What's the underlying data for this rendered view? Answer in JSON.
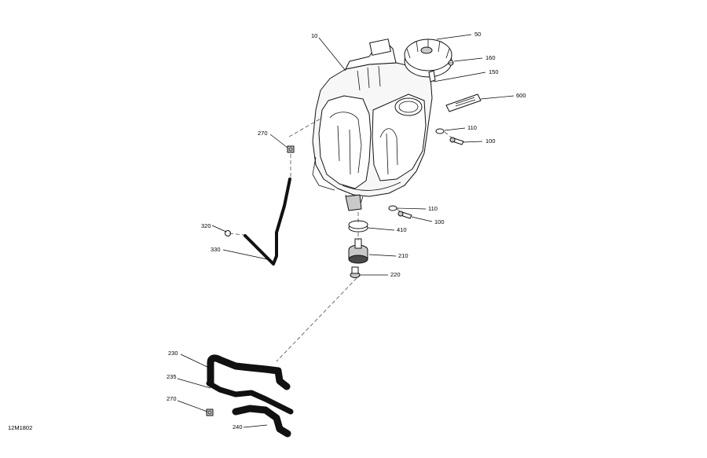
{
  "drawing_ref": "12M1802",
  "callouts": {
    "c10": "10",
    "c50": "50",
    "c160": "160",
    "c150": "150",
    "c600": "600",
    "c110a": "110",
    "c100a": "100",
    "c270a": "270",
    "c110b": "110",
    "c100b": "100",
    "c410": "410",
    "c320": "320",
    "c330": "330",
    "c210": "210",
    "c220": "220",
    "c230": "230",
    "c235": "235",
    "c270b": "270",
    "c240": "240"
  }
}
